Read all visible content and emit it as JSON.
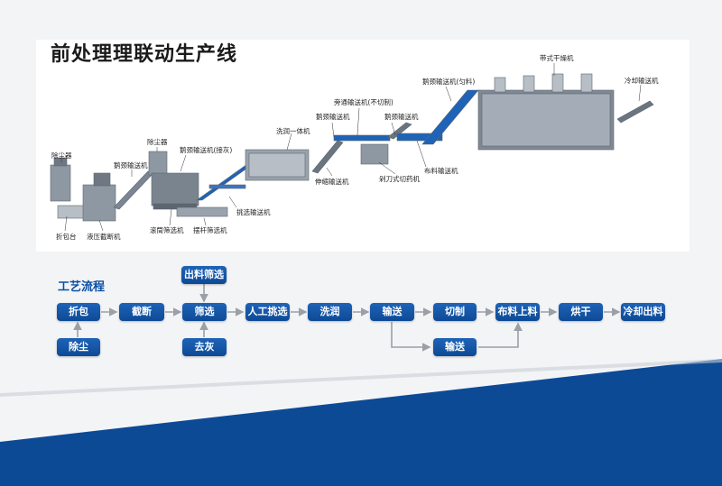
{
  "page": {
    "title": "前处理理联动生产线",
    "section_title": "工艺流程",
    "colors": {
      "primary_blue": "#0d4a96",
      "panel_white": "#ffffff",
      "arrow_gray": "#9aa0a6",
      "page_bg": "#f3f4f6"
    }
  },
  "machine_labels": {
    "dust_collector_1": "除尘器",
    "dust_collector_2": "除尘器",
    "bale_opening_table": "折包台",
    "hydraulic_cutter": "液压截断机",
    "gooseneck_conveyor_1": "鹅颈输送机",
    "gooseneck_conveyor_ash": "鹅颈输送机(接灰)",
    "drum_screener": "滚筒筛选机",
    "rod_screener": "摆杆筛选机",
    "picking_conveyor": "挑选输送机",
    "washing_machine": "洗润一体机",
    "telescopic_conveyor": "伸缩输送机",
    "gooseneck_conveyor_2": "鹅颈输送机",
    "bypass_conveyor": "旁通输送机(不切制)",
    "gooseneck_conveyor_3": "鹅颈输送机",
    "rotary_cutter": "剁刀式切药机",
    "distribution_conveyor": "布料输送机",
    "gooseneck_conveyor_even": "鹅颈输送机(匀料)",
    "belt_dryer": "带式干燥机",
    "cooling_conveyor": "冷却输送机"
  },
  "flow": {
    "main_steps": [
      "折包",
      "截断",
      "筛选",
      "人工挑选",
      "洗润",
      "输送",
      "切制",
      "布料上料",
      "烘干",
      "冷却出料"
    ],
    "dust_removal": "除尘",
    "discharge_screening": "出料筛选",
    "ash_removal": "去灰",
    "bypass_conveying": "输送"
  }
}
